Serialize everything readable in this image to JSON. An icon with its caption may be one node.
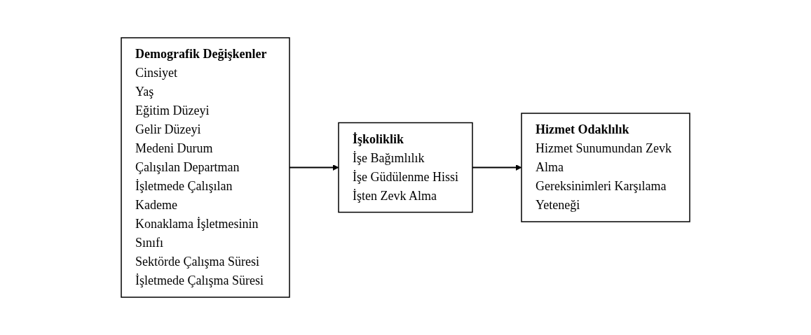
{
  "diagram": {
    "nodes": [
      {
        "text": [
          "Demografik Değişkenler",
          "Cinsiyet",
          "Yaş",
          "Eğitim Düzeyi",
          "Gelir Düzeyi",
          "Medeni Durum",
          "Çalışılan Departman",
          "İşletmede Çalışılan Kademe",
          "Konaklama İşletmesinin Sınıfı",
          "Sektörde Çalışma Süresi",
          "İşletmede Çalışma Süresi"
        ]
      },
      {
        "text": [
          "İşkoliklik",
          "İşe Bağımlılık",
          "İşe Güdülenme Hissi",
          "İşten Zevk Alma"
        ]
      },
      {
        "text": [
          "Hizmet Odaklılık",
          "Hizmet Sunumundan Zevk Alma",
          "Gereksinimleri Karşılama Yeteneği"
        ]
      }
    ],
    "edges": [
      {
        "from": 0,
        "to": 1,
        "arrow": "to"
      },
      {
        "from": 1,
        "to": 2,
        "arrow": "to"
      }
    ]
  }
}
